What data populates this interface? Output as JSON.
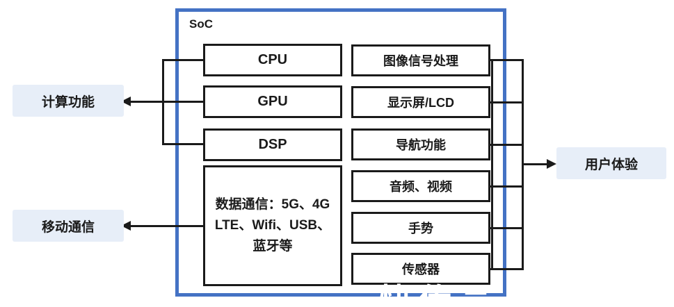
{
  "colors": {
    "frame_blue": "#4472c4",
    "line_black": "#1a1a1a",
    "label_bg": "#e7eef8"
  },
  "soc": {
    "title": "SoC",
    "left_column": [
      "CPU",
      "GPU",
      "DSP",
      "数据通信：5G、4G\nLTE、Wifi、USB、\n蓝牙等"
    ],
    "right_column": [
      "图像信号处理",
      "显示屏/LCD",
      "导航功能",
      "音频、视频",
      "手势",
      "传感器"
    ]
  },
  "external_labels": {
    "compute": "计算功能",
    "mobile": "移动通信",
    "user_experience": "用户体验"
  },
  "watermark": "快传号"
}
